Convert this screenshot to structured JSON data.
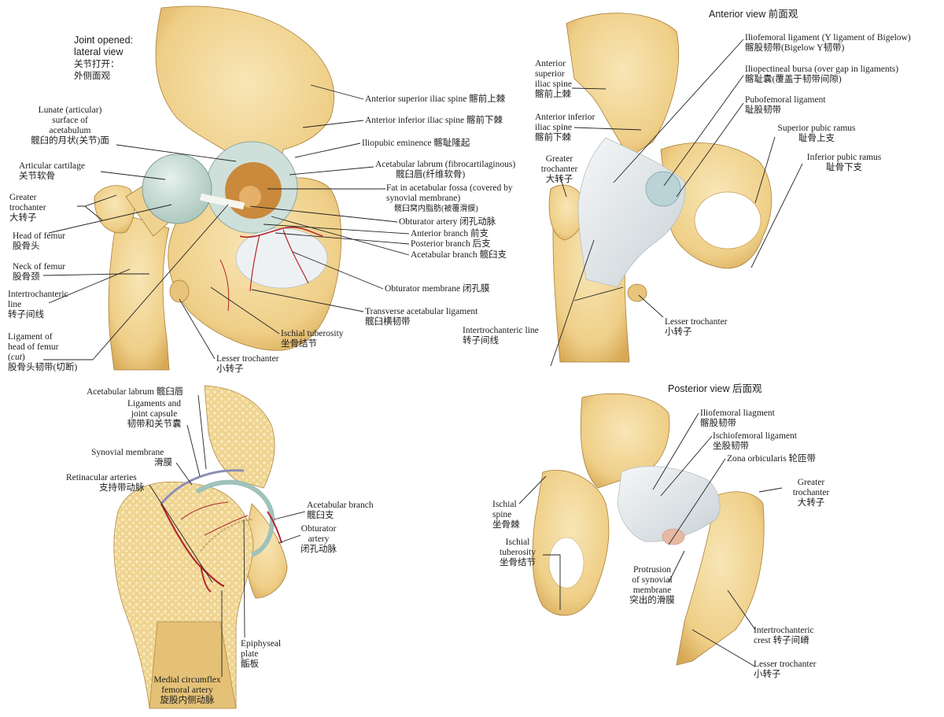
{
  "panels": {
    "lateral": {
      "heading": [
        "Joint opened:",
        "lateral view",
        "关节打开：",
        "外侧面观"
      ],
      "labels": {
        "asis": "Anterior superior iliac spine 髂前上棘",
        "aiis": "Anterior inferior iliac spine 髂前下棘",
        "iliopubic": "Iliopubic eminence 髂耻隆起",
        "labrum": [
          "Acetabular labrum (fibrocartilaginous)",
          "髋臼唇(纤维软骨)"
        ],
        "fat": [
          "Fat in acetabular fossa (covered by",
          "synovial membrane)",
          "髋臼窝内脂肪(被覆滑膜)"
        ],
        "obt_artery": "Obturator artery 闭孔动脉",
        "ant_branch": "Anterior branch 前支",
        "post_branch": "Posterior branch 后支",
        "acet_branch": "Acetabular branch 髋臼支",
        "obt_membrane": "Obturator membrane 闭孔膜",
        "transverse": [
          "Transverse acetabular ligament",
          "髋臼横韧带"
        ],
        "ischial_tub": [
          "Ischial tuberosity",
          "坐骨结节"
        ],
        "lesser_troch": [
          "Lesser trochanter",
          "小转子"
        ],
        "lunate": [
          "Lunate (articular)",
          "surface of",
          "acetabulum",
          "髋臼的月状(关节)面"
        ],
        "artic_cart": [
          "Articular cartilage",
          "关节软骨"
        ],
        "greater_troch": [
          "Greater",
          "trochanter",
          "大转子"
        ],
        "head_femur": [
          "Head of femur",
          "股骨头"
        ],
        "neck_femur": [
          "Neck of femur",
          "股骨颈"
        ],
        "intertroch_line": [
          "Intertrochanteric",
          "line",
          "转子间线"
        ],
        "lig_head": [
          "Ligament of",
          "head of femur"
        ],
        "lig_head_cut": "cut",
        "lig_head_cn": "股骨头韧带(切断)"
      }
    },
    "anterior": {
      "heading": "Anterior view 前面观",
      "labels": {
        "iliofemoral": [
          "Iliofemoral ligament (Y ligament of Bigelow)",
          "髂股韧带(Bigelow Y韧带)"
        ],
        "iliopectineal": [
          "Iliopectineal bursa (over gap in ligaments)",
          "髂耻囊(覆盖于韧带间隙)"
        ],
        "pubofemoral": [
          "Pubofemoral ligament",
          "耻股韧带"
        ],
        "sup_pubic": [
          "Superior pubic ramus",
          "耻骨上支"
        ],
        "inf_pubic": [
          "Inferior pubic ramus",
          "耻骨下支"
        ],
        "asis": [
          "Anterior",
          "superior",
          "iliac spine",
          "髂前上棘"
        ],
        "aiis": [
          "Anterior inferior",
          "iliac spine",
          "髂前下棘"
        ],
        "greater_troch": [
          "Greater",
          "trochanter",
          "大转子"
        ],
        "lesser_troch": [
          "Lesser trochanter",
          "小转子"
        ],
        "intertroch_line": [
          "Intertrochanteric line",
          "转子间线"
        ]
      }
    },
    "section": {
      "labels": {
        "labrum": "Acetabular labrum 髋臼唇",
        "lig_capsule": [
          "Ligaments and",
          "joint capsule",
          "韧带和关节囊"
        ],
        "synovial": [
          "Synovial membrane",
          "滑膜"
        ],
        "retinacular": [
          "Retinacular arteries",
          "支持带动脉"
        ],
        "acet_branch": [
          "Acetabular branch",
          "髋臼支"
        ],
        "obt_artery": [
          "Obturator",
          "artery",
          "闭孔动脉"
        ],
        "epiphyseal": [
          "Epiphyseal",
          "plate",
          "骺板"
        ],
        "medial_circ": [
          "Medial circumflex",
          "femoral artery",
          "旋股内侧动脉"
        ]
      }
    },
    "posterior": {
      "heading": "Posterior view 后面观",
      "labels": {
        "iliofemoral": [
          "Iliofemoral liagment",
          "髂股韧带"
        ],
        "ischiofemoral": [
          "Ischiofemoral ligament",
          "坐股韧带"
        ],
        "zona": "Zona orbicularis 轮匝带",
        "greater_troch": [
          "Greater",
          "trochanter",
          "大转子"
        ],
        "ischial_spine": [
          "Ischial",
          "spine",
          "坐骨棘"
        ],
        "ischial_tub": [
          "Ischial",
          "tuberosity",
          "坐骨结节"
        ],
        "protrusion": [
          "Protrusion",
          "of synovial",
          "membrane",
          "突出的滑膜"
        ],
        "intertroch_crest": [
          "Intertrochanteric",
          "crest 转子间嵴"
        ],
        "lesser_troch": [
          "Lesser trochanter",
          "小转子"
        ]
      }
    }
  },
  "colors": {
    "bone": "#f2d79a",
    "bone_shade": "#d9ae5e",
    "cartilage": "#c9ddd6",
    "ligament": "#e8ecef",
    "artery": "#b3262b",
    "fat": "#c98a3c",
    "marrow": "#e9c979"
  }
}
